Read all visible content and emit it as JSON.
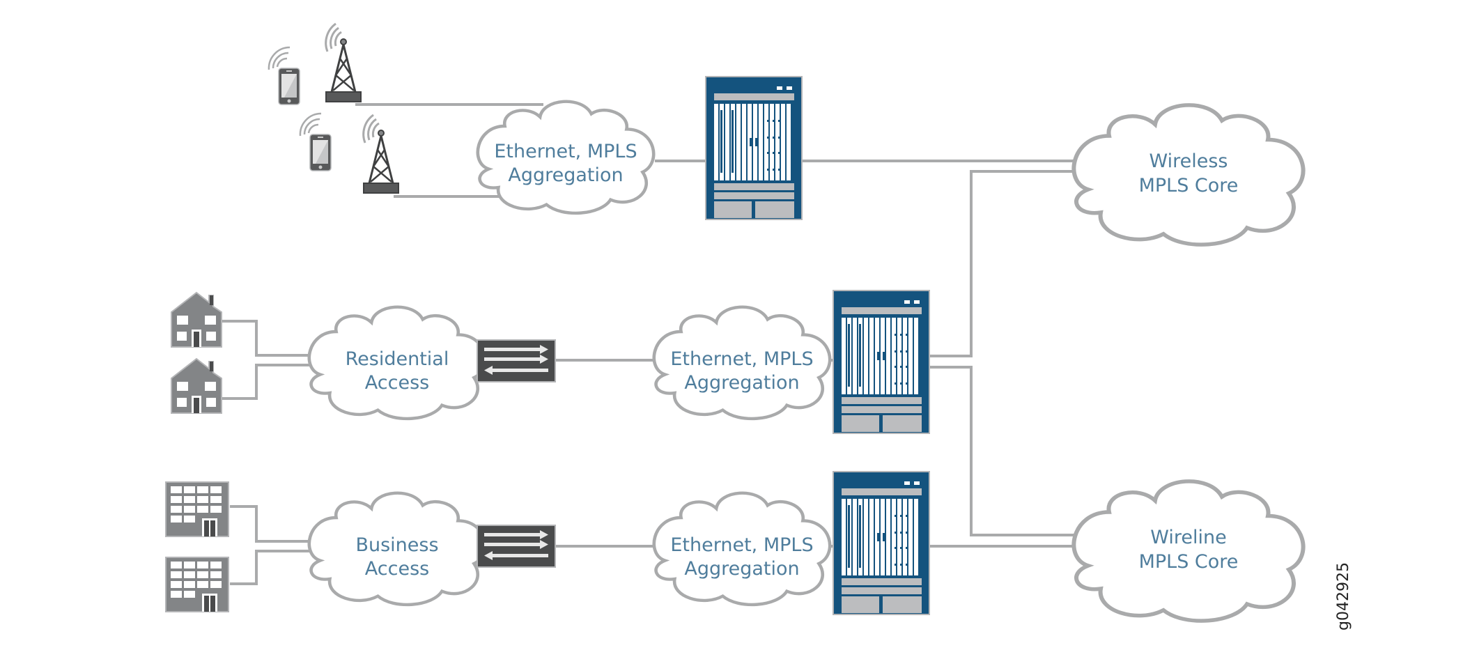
{
  "figure_id": "g042925",
  "colors": {
    "link": "#a9aaab",
    "cloud_stroke": "#a9aaab",
    "label_text": "#4f7d9c",
    "router_blue": "#14537e",
    "router_panel": "#bcbdbf",
    "switch_dark": "#4a4b4c",
    "building_gray": "#838587"
  },
  "clouds": {
    "wireless_agg": {
      "line1": "Ethernet, MPLS",
      "line2": "Aggregation"
    },
    "residential": {
      "line1": "Residential",
      "line2": "Access"
    },
    "residential_agg": {
      "line1": "Ethernet, MPLS",
      "line2": "Aggregation"
    },
    "business": {
      "line1": "Business",
      "line2": "Access"
    },
    "business_agg": {
      "line1": "Ethernet, MPLS",
      "line2": "Aggregation"
    },
    "wireless_core": {
      "line1": "Wireless",
      "line2": "MPLS Core"
    },
    "wireline_core": {
      "line1": "Wireline",
      "line2": "MPLS Core"
    }
  },
  "icons": {
    "mobile_phones": 2,
    "cell_towers": 2,
    "houses": 2,
    "office_buildings": 2,
    "access_switches": 2,
    "edge_routers": 3
  }
}
